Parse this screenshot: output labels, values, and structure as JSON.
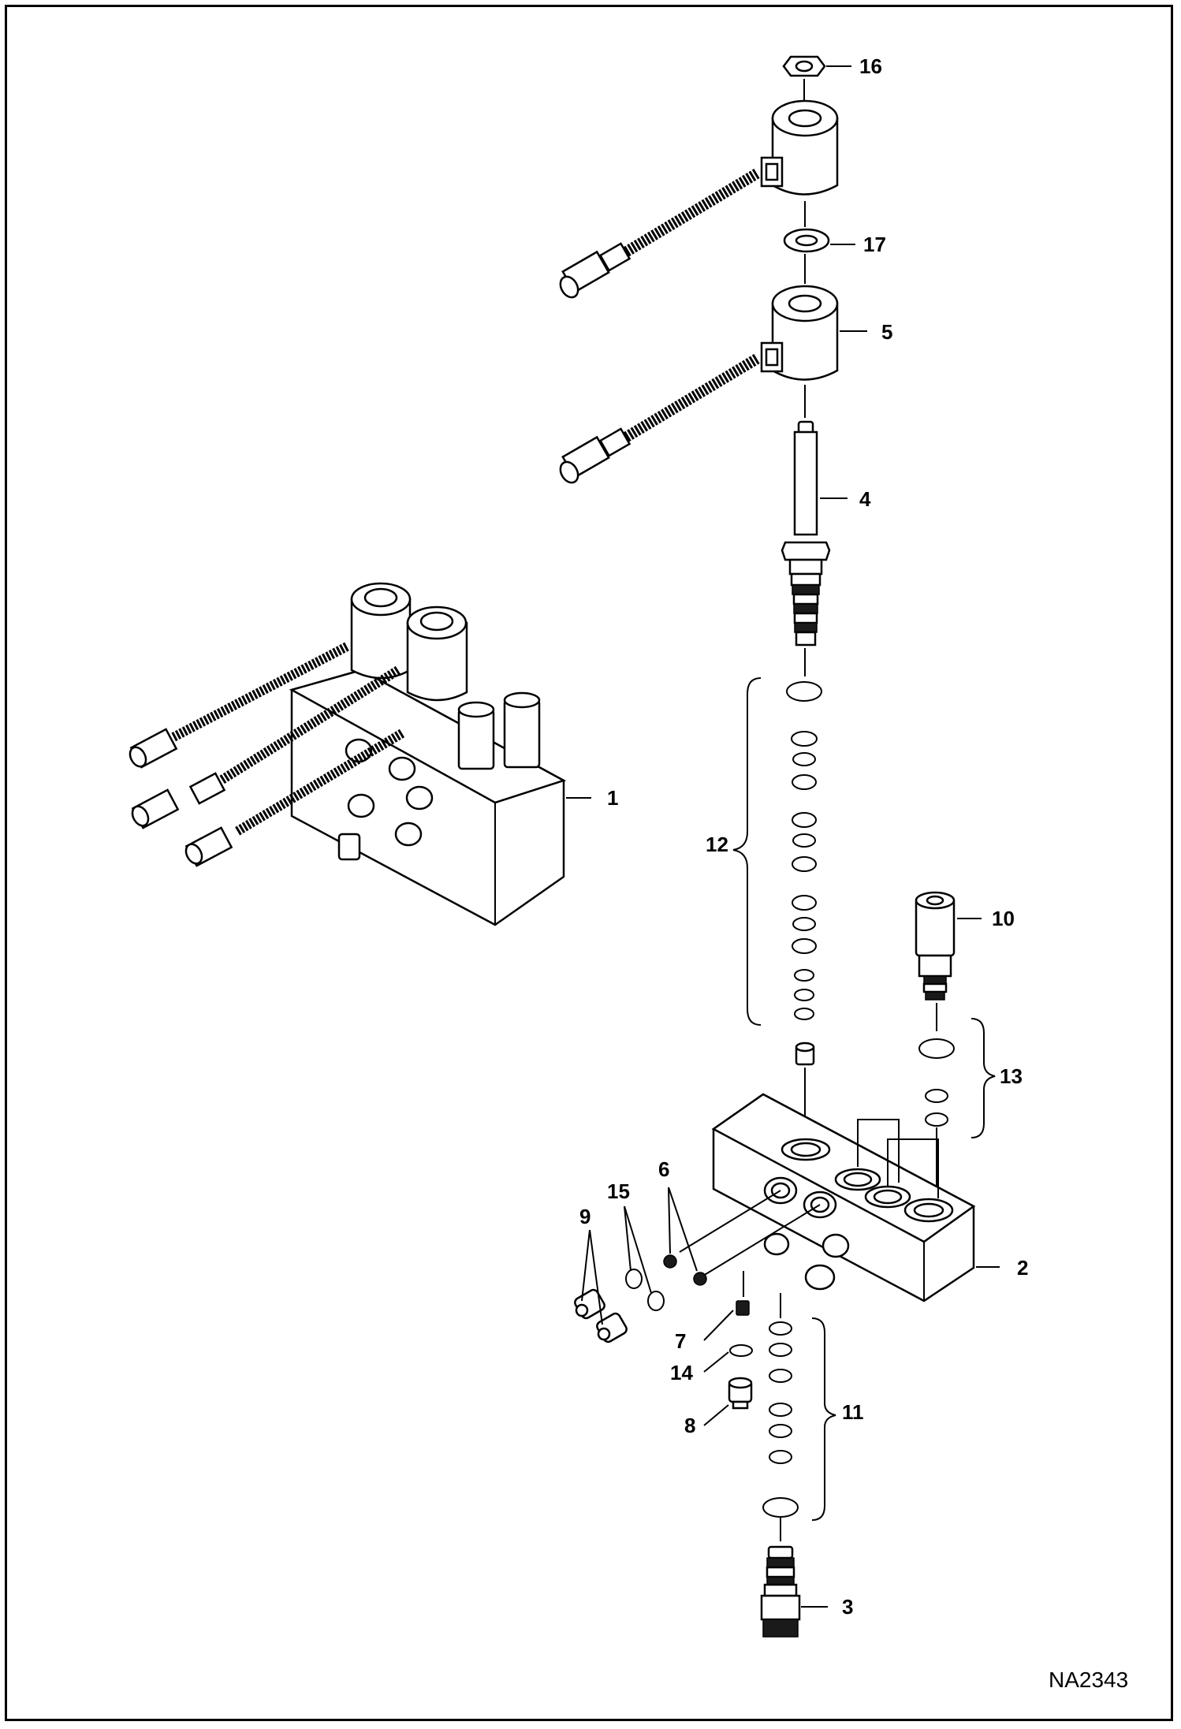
{
  "diagram": {
    "callouts": {
      "c1": "1",
      "c2": "2",
      "c3": "3",
      "c4": "4",
      "c5": "5",
      "c6": "6",
      "c7": "7",
      "c8": "8",
      "c9": "9",
      "c10": "10",
      "c11": "11",
      "c12": "12",
      "c13": "13",
      "c14": "14",
      "c15": "15",
      "c16": "16",
      "c17": "17"
    },
    "drawing_code": "NA2343"
  }
}
